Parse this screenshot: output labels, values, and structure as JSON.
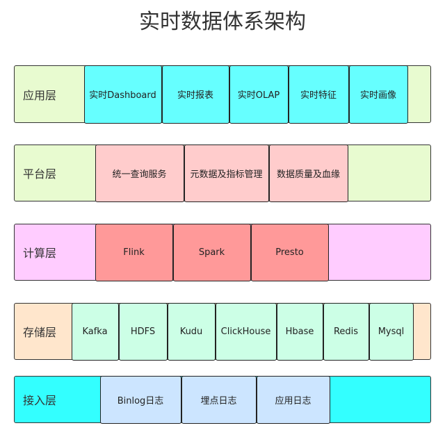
{
  "title": "实时数据体系架构",
  "colors": {
    "app_bg": "#e8fbd0",
    "app_cell": "#66ffff",
    "plat_bg": "#e8fbd0",
    "plat_cell": "#ffcccc",
    "comp_bg": "#ffccff",
    "comp_cell": "#ff9999",
    "stor_bg": "#ffe6cc",
    "stor_cell": "#ccffe6",
    "ing_bg": "#33ffff",
    "ing_cell": "#cce5ff"
  },
  "layers": [
    {
      "label": "应用层",
      "items": [
        "实时Dashboard",
        "实时报表",
        "实时OLAP",
        "实时特征",
        "实时画像"
      ]
    },
    {
      "label": "平台层",
      "items": [
        "统一查询服务",
        "元数据及指标管理",
        "数据质量及血缘"
      ]
    },
    {
      "label": "计算层",
      "items": [
        "Flink",
        "Spark",
        "Presto"
      ]
    },
    {
      "label": "存储层",
      "items": [
        "Kafka",
        "HDFS",
        "Kudu",
        "ClickHouse",
        "Hbase",
        "Redis",
        "Mysql"
      ]
    },
    {
      "label": "接入层",
      "items": [
        "Binlog日志",
        "埋点日志",
        "应用日志"
      ]
    }
  ]
}
